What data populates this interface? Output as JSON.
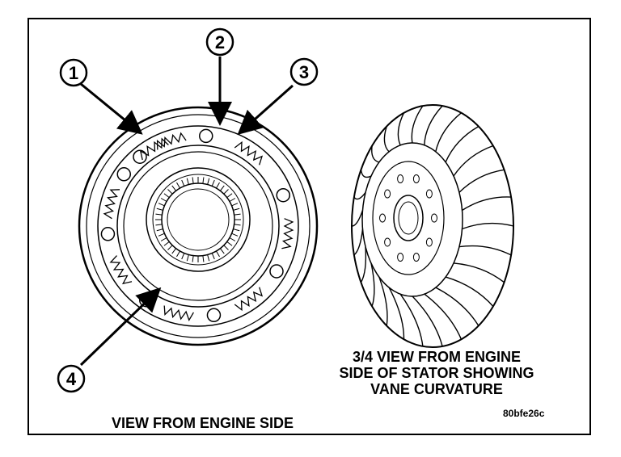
{
  "callouts": [
    "1",
    "2",
    "3",
    "4"
  ],
  "captions": {
    "right_lines": [
      "3/4 VIEW FROM ENGINE",
      "SIDE OF STATOR SHOWING",
      "VANE CURVATURE"
    ],
    "left": "VIEW FROM ENGINE SIDE",
    "figure_id": "80bfe26c"
  },
  "colors": {
    "ink": "#000000",
    "paper": "#ffffff",
    "shade": "#cfcfcf"
  }
}
